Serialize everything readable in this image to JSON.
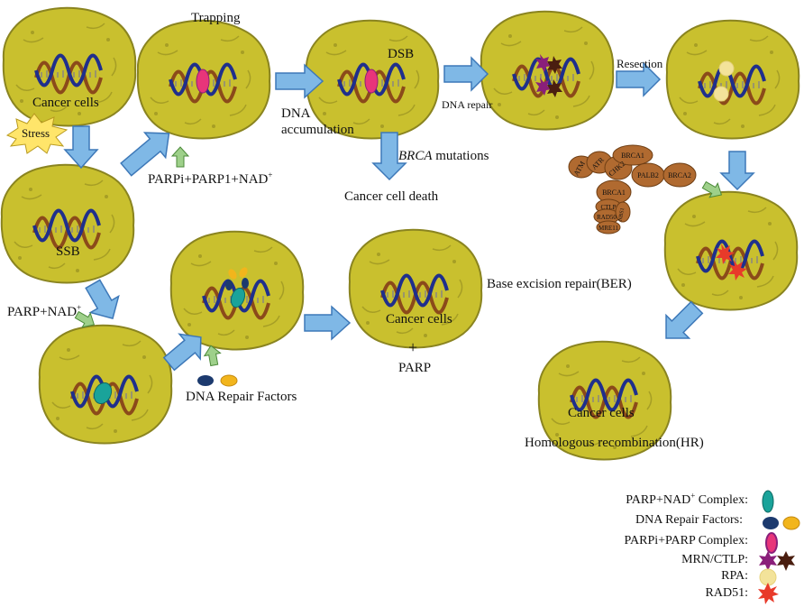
{
  "labels": {
    "trapping": "Trapping",
    "cancer_cells_1": "Cancer cells",
    "stress": "Stress",
    "ssb": "SSB",
    "dsb": "DSB",
    "dna_accumulation_1": "DNA",
    "dna_accumulation_2": "accumulation",
    "dna_repair": "DNA repair",
    "resection": "Resection",
    "parpi_parp1_nad": "PARPi+PARP1+NAD",
    "plus_sup": "+",
    "brca_italic": "BRCA",
    "brca_mutations": " mutations",
    "cancer_cell_death": "Cancer cell death",
    "parp_nad": "PARP+NAD",
    "dna_repair_factors": "DNA Repair Factors",
    "base_excision_repair": "Base excision repair(BER)",
    "cancer_cells_ber": "Cancer cells",
    "plus_sign": "+",
    "parp": "PARP",
    "cancer_cells_hr": "Cancer cells",
    "homologous_recombination": "Homologous recombination(HR)"
  },
  "proteins": [
    {
      "id": "atm",
      "label": "ATM"
    },
    {
      "id": "atr",
      "label": "ATR"
    },
    {
      "id": "chk2",
      "label": "CHK2"
    },
    {
      "id": "brca1_top",
      "label": "BRCA1"
    },
    {
      "id": "palb2",
      "label": "PALB2"
    },
    {
      "id": "brca2",
      "label": "BRCA2"
    },
    {
      "id": "brca1_mid",
      "label": "BRCA1"
    },
    {
      "id": "ctlp",
      "label": "CTLP"
    },
    {
      "id": "rad50",
      "label": "RAD50"
    },
    {
      "id": "nbs1",
      "label": "NBS1"
    },
    {
      "id": "mre11",
      "label": "MRE11"
    }
  ],
  "legend": [
    {
      "label": "PARP+NAD",
      "sup": "+",
      "suffix": " Complex:",
      "icon": "teal-ellipse"
    },
    {
      "label": "DNA Repair Factors:",
      "icon": "navy-orange-ellipses"
    },
    {
      "label": "PARPi+PARP Complex:",
      "icon": "purple-pink-ellipse"
    },
    {
      "label": "MRN/CTLP:",
      "icon": "purple-brown-stars"
    },
    {
      "label": "RPA:",
      "icon": "pale-yellow-blob"
    },
    {
      "label": "RAD51:",
      "icon": "red-star"
    }
  ],
  "colors": {
    "cell_fill": "#c9c02e",
    "cell_stroke": "#8a8420",
    "arrow_fill": "#7fb8e6",
    "arrow_stroke": "#3d78b8",
    "small_arrow": "#9ed08a",
    "dna_blue": "#1f2f8c",
    "dna_brown": "#8b4a1a",
    "protein_fill": "#b06a30",
    "teal": "#1aa39a",
    "navy": "#1c3a6e",
    "orange": "#f2b51c",
    "pink": "#e8357a",
    "purple": "#8a1f7a",
    "brown_star": "#4a1e10",
    "rpa": "#f3e39a",
    "rad51": "#e83a2a",
    "stress_fill": "#ffe56a"
  }
}
